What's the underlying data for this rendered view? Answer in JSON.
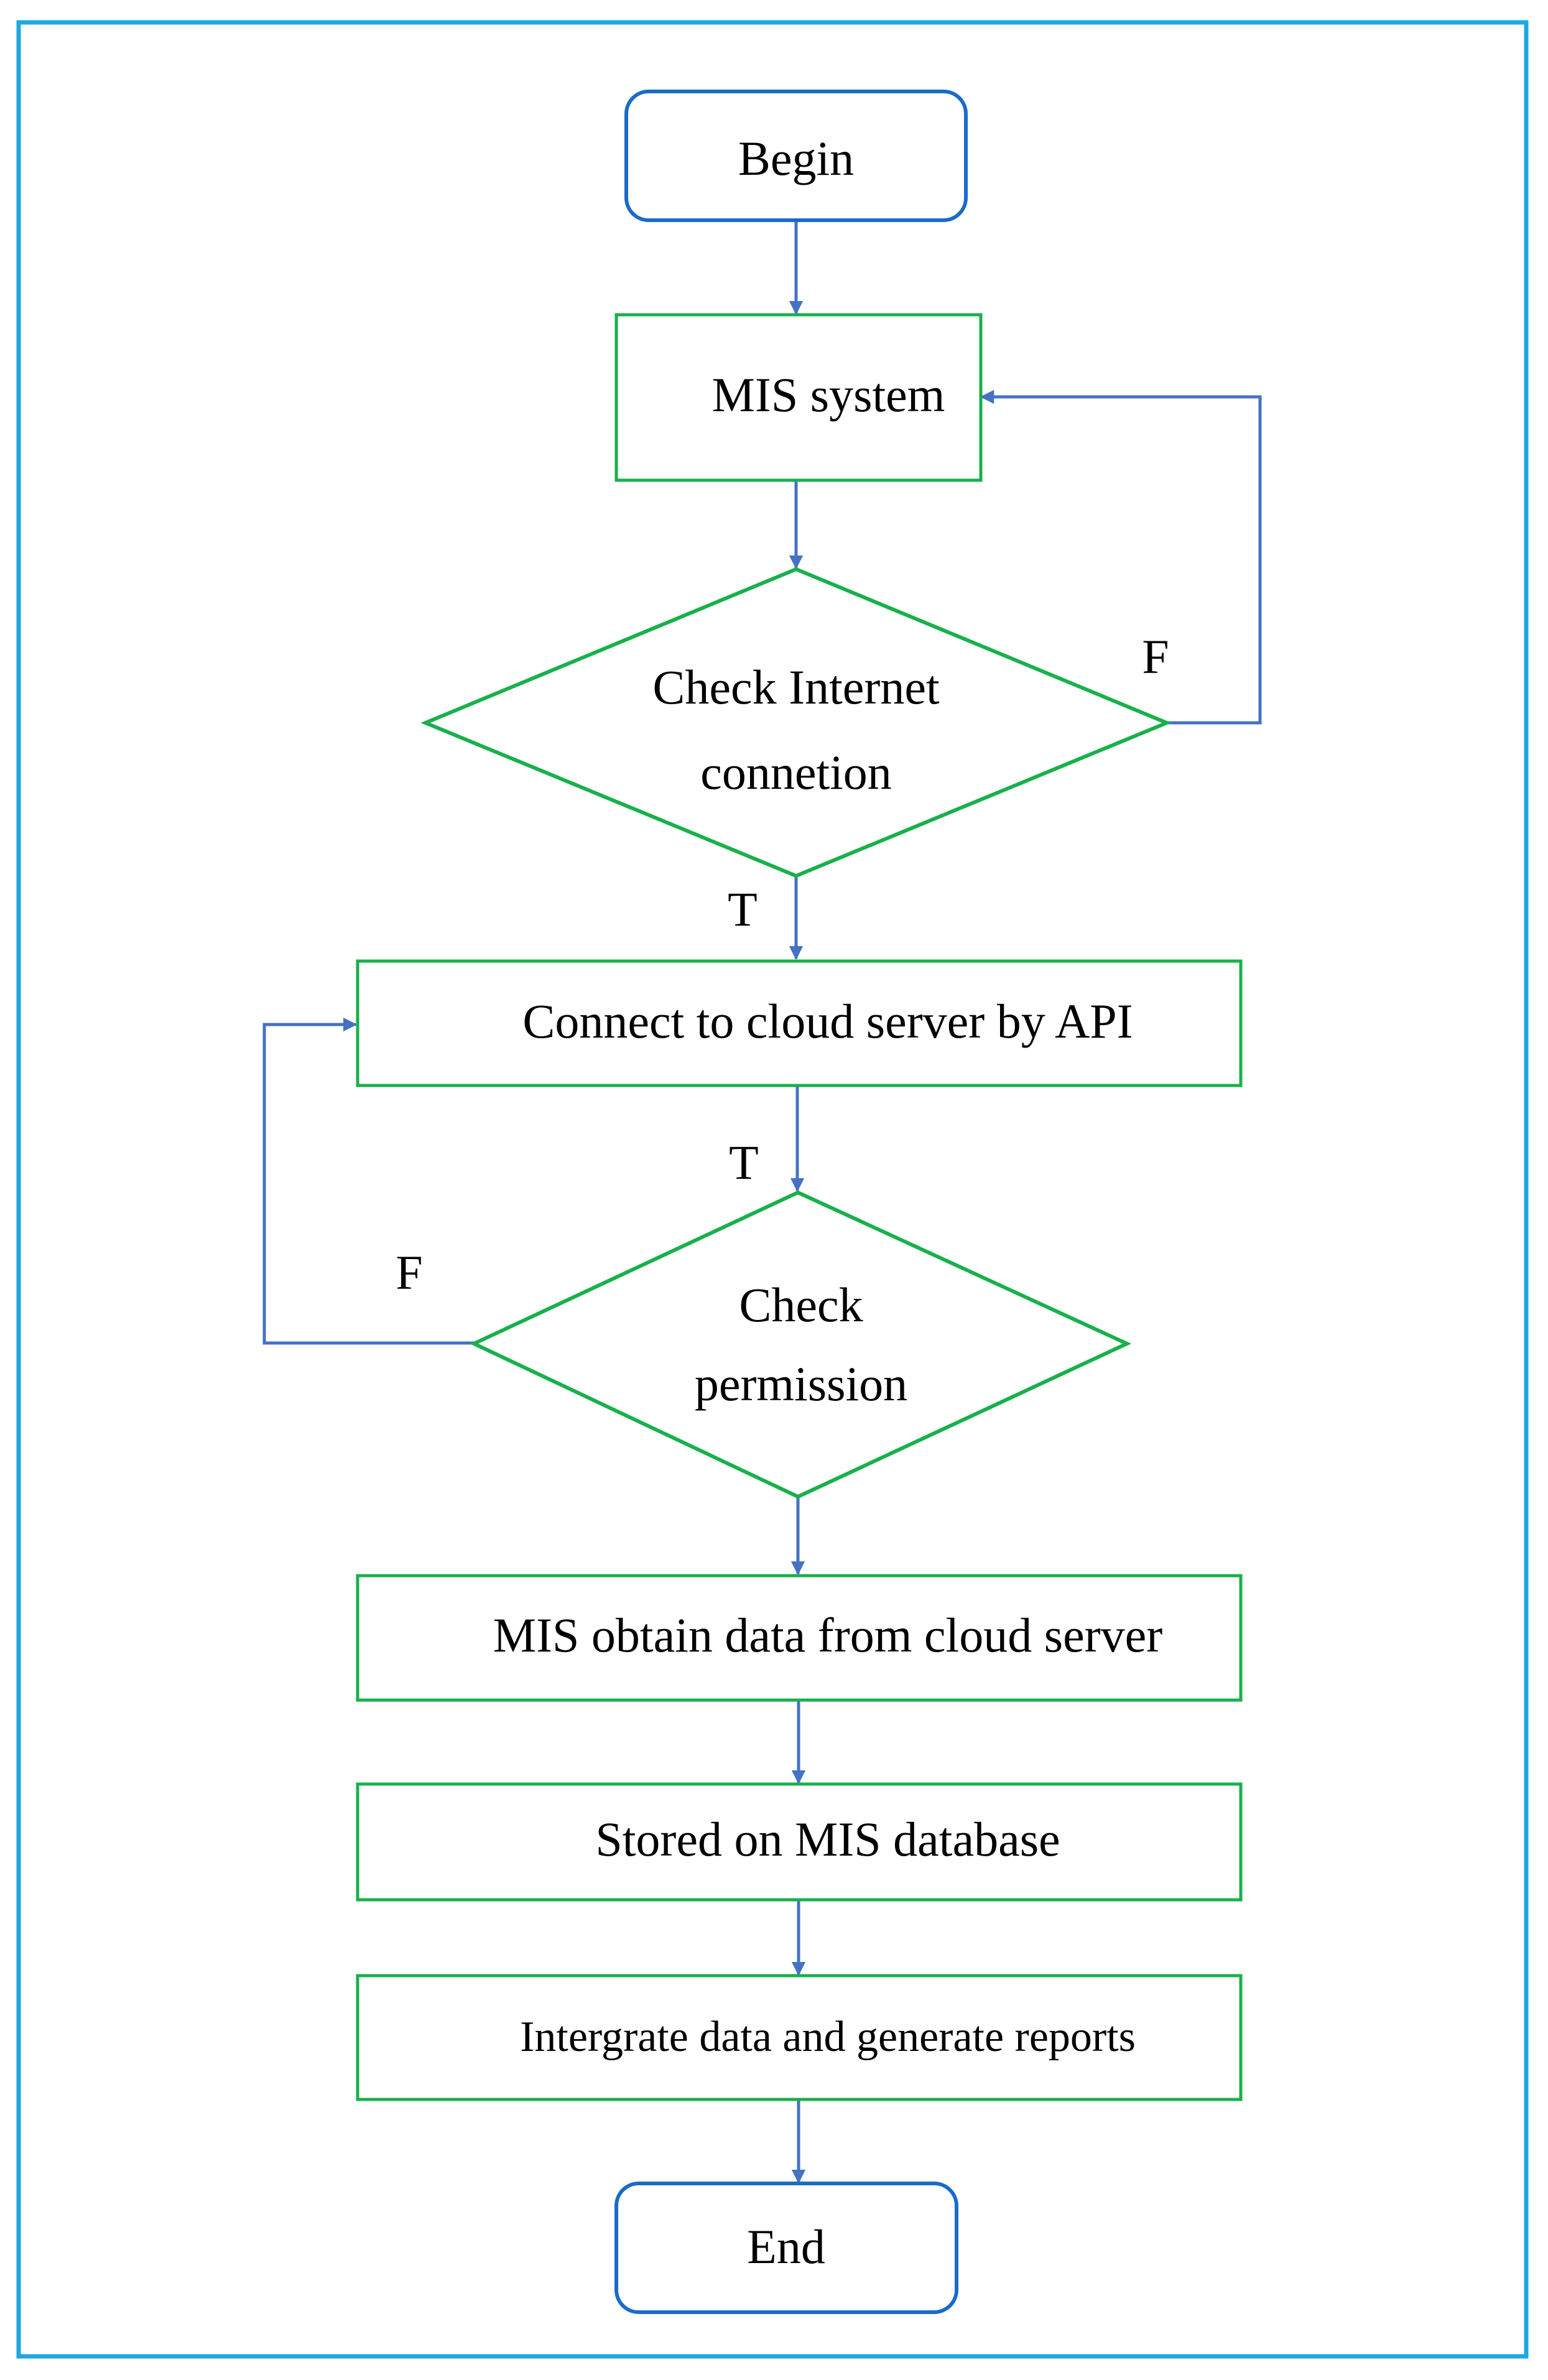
{
  "colors": {
    "frame": "#1ea8e0",
    "terminal_border": "#1a6bc9",
    "process_border": "#19b04b",
    "arrow": "#4472c4",
    "text": "#000000"
  },
  "nodes": {
    "begin": "Begin",
    "mis_system": "MIS system",
    "check_internet": [
      "Check Internet",
      "connetion"
    ],
    "connect_cloud": "Connect to cloud server by API",
    "check_permission": [
      "Check",
      "permission"
    ],
    "obtain_data": "MIS obtain data from cloud server",
    "stored_db": "Stored on MIS database",
    "integrate_reports": "Intergrate data and generate reports",
    "end": "End"
  },
  "edge_labels": {
    "internet_false": "F",
    "internet_true": "T",
    "connect_true": "T",
    "permission_false": "F"
  }
}
